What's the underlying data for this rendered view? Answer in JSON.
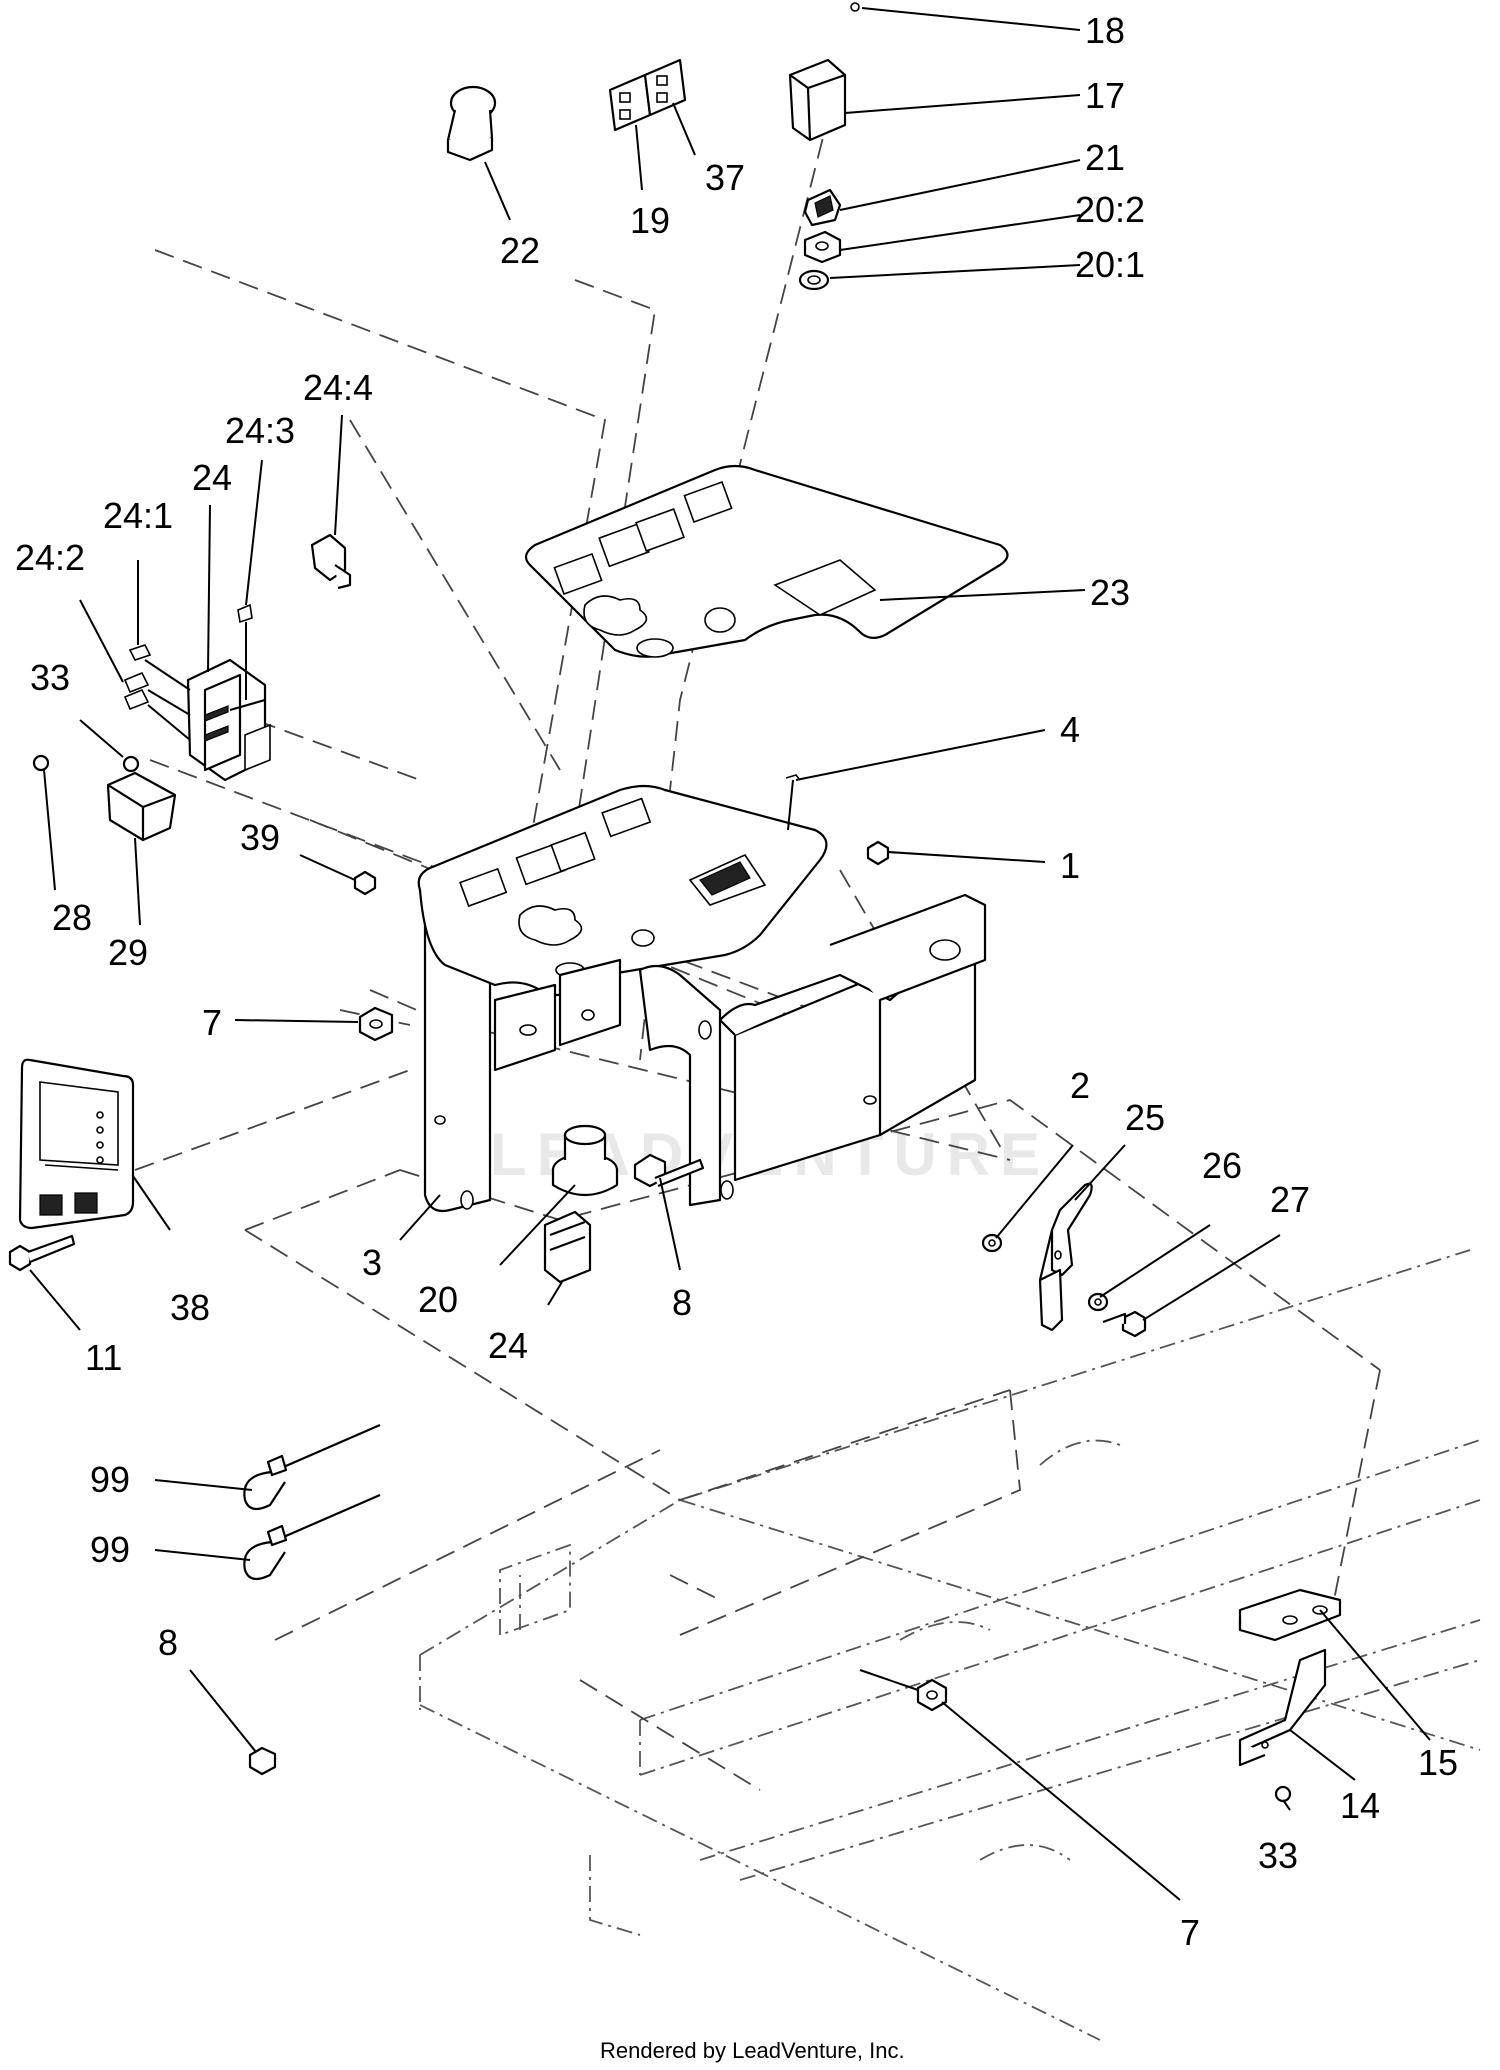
{
  "watermark": "LEADVENTURE",
  "footer": "Rendered by LeadVenture, Inc.",
  "callouts": [
    {
      "label": "18"
    },
    {
      "label": "17"
    },
    {
      "label": "21"
    },
    {
      "label": "20:2"
    },
    {
      "label": "20:1"
    },
    {
      "label": "22"
    },
    {
      "label": "19"
    },
    {
      "label": "37"
    },
    {
      "label": "24:4"
    },
    {
      "label": "24:3"
    },
    {
      "label": "24"
    },
    {
      "label": "24:1"
    },
    {
      "label": "24:2"
    },
    {
      "label": "33"
    },
    {
      "label": "23"
    },
    {
      "label": "4"
    },
    {
      "label": "1"
    },
    {
      "label": "39"
    },
    {
      "label": "28"
    },
    {
      "label": "29"
    },
    {
      "label": "7"
    },
    {
      "label": "2"
    },
    {
      "label": "25"
    },
    {
      "label": "26"
    },
    {
      "label": "27"
    },
    {
      "label": "3"
    },
    {
      "label": "20"
    },
    {
      "label": "24"
    },
    {
      "label": "8"
    },
    {
      "label": "38"
    },
    {
      "label": "11"
    },
    {
      "label": "99"
    },
    {
      "label": "99"
    },
    {
      "label": "8"
    },
    {
      "label": "15"
    },
    {
      "label": "14"
    },
    {
      "label": "33"
    },
    {
      "label": "7"
    }
  ]
}
